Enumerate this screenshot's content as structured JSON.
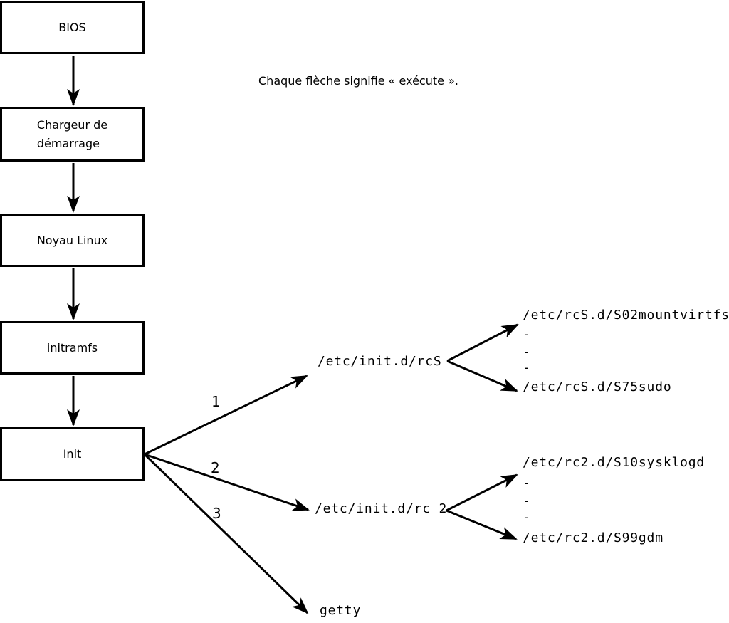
{
  "caption": "Chaque flèche signifie « exécute ».",
  "boxes": [
    {
      "id": "bios",
      "label": "BIOS"
    },
    {
      "id": "bootloader",
      "label": "Chargeur de\ndémarrage"
    },
    {
      "id": "kernel",
      "label": "Noyau Linux"
    },
    {
      "id": "initramfs",
      "label": "initramfs"
    },
    {
      "id": "init",
      "label": "Init"
    }
  ],
  "branch_labels": [
    "1",
    "2",
    "3"
  ],
  "commands": {
    "rcS": "/etc/init.d/rcS",
    "rc2": "/etc/init.d/rc 2",
    "getty": "getty"
  },
  "rcS_scripts": {
    "first": "/etc/rcS.d/S02mountvirtfs",
    "ellipsis": [
      "-",
      "-",
      "-"
    ],
    "last": "/etc/rcS.d/S75sudo"
  },
  "rc2_scripts": {
    "first": "/etc/rc2.d/S10sysklogd",
    "ellipsis": [
      "-",
      "-",
      "-"
    ],
    "last": "/etc/rc2.d/S99gdm"
  },
  "colors": {
    "line": "#000000",
    "background": "#ffffff",
    "text": "#000000"
  }
}
